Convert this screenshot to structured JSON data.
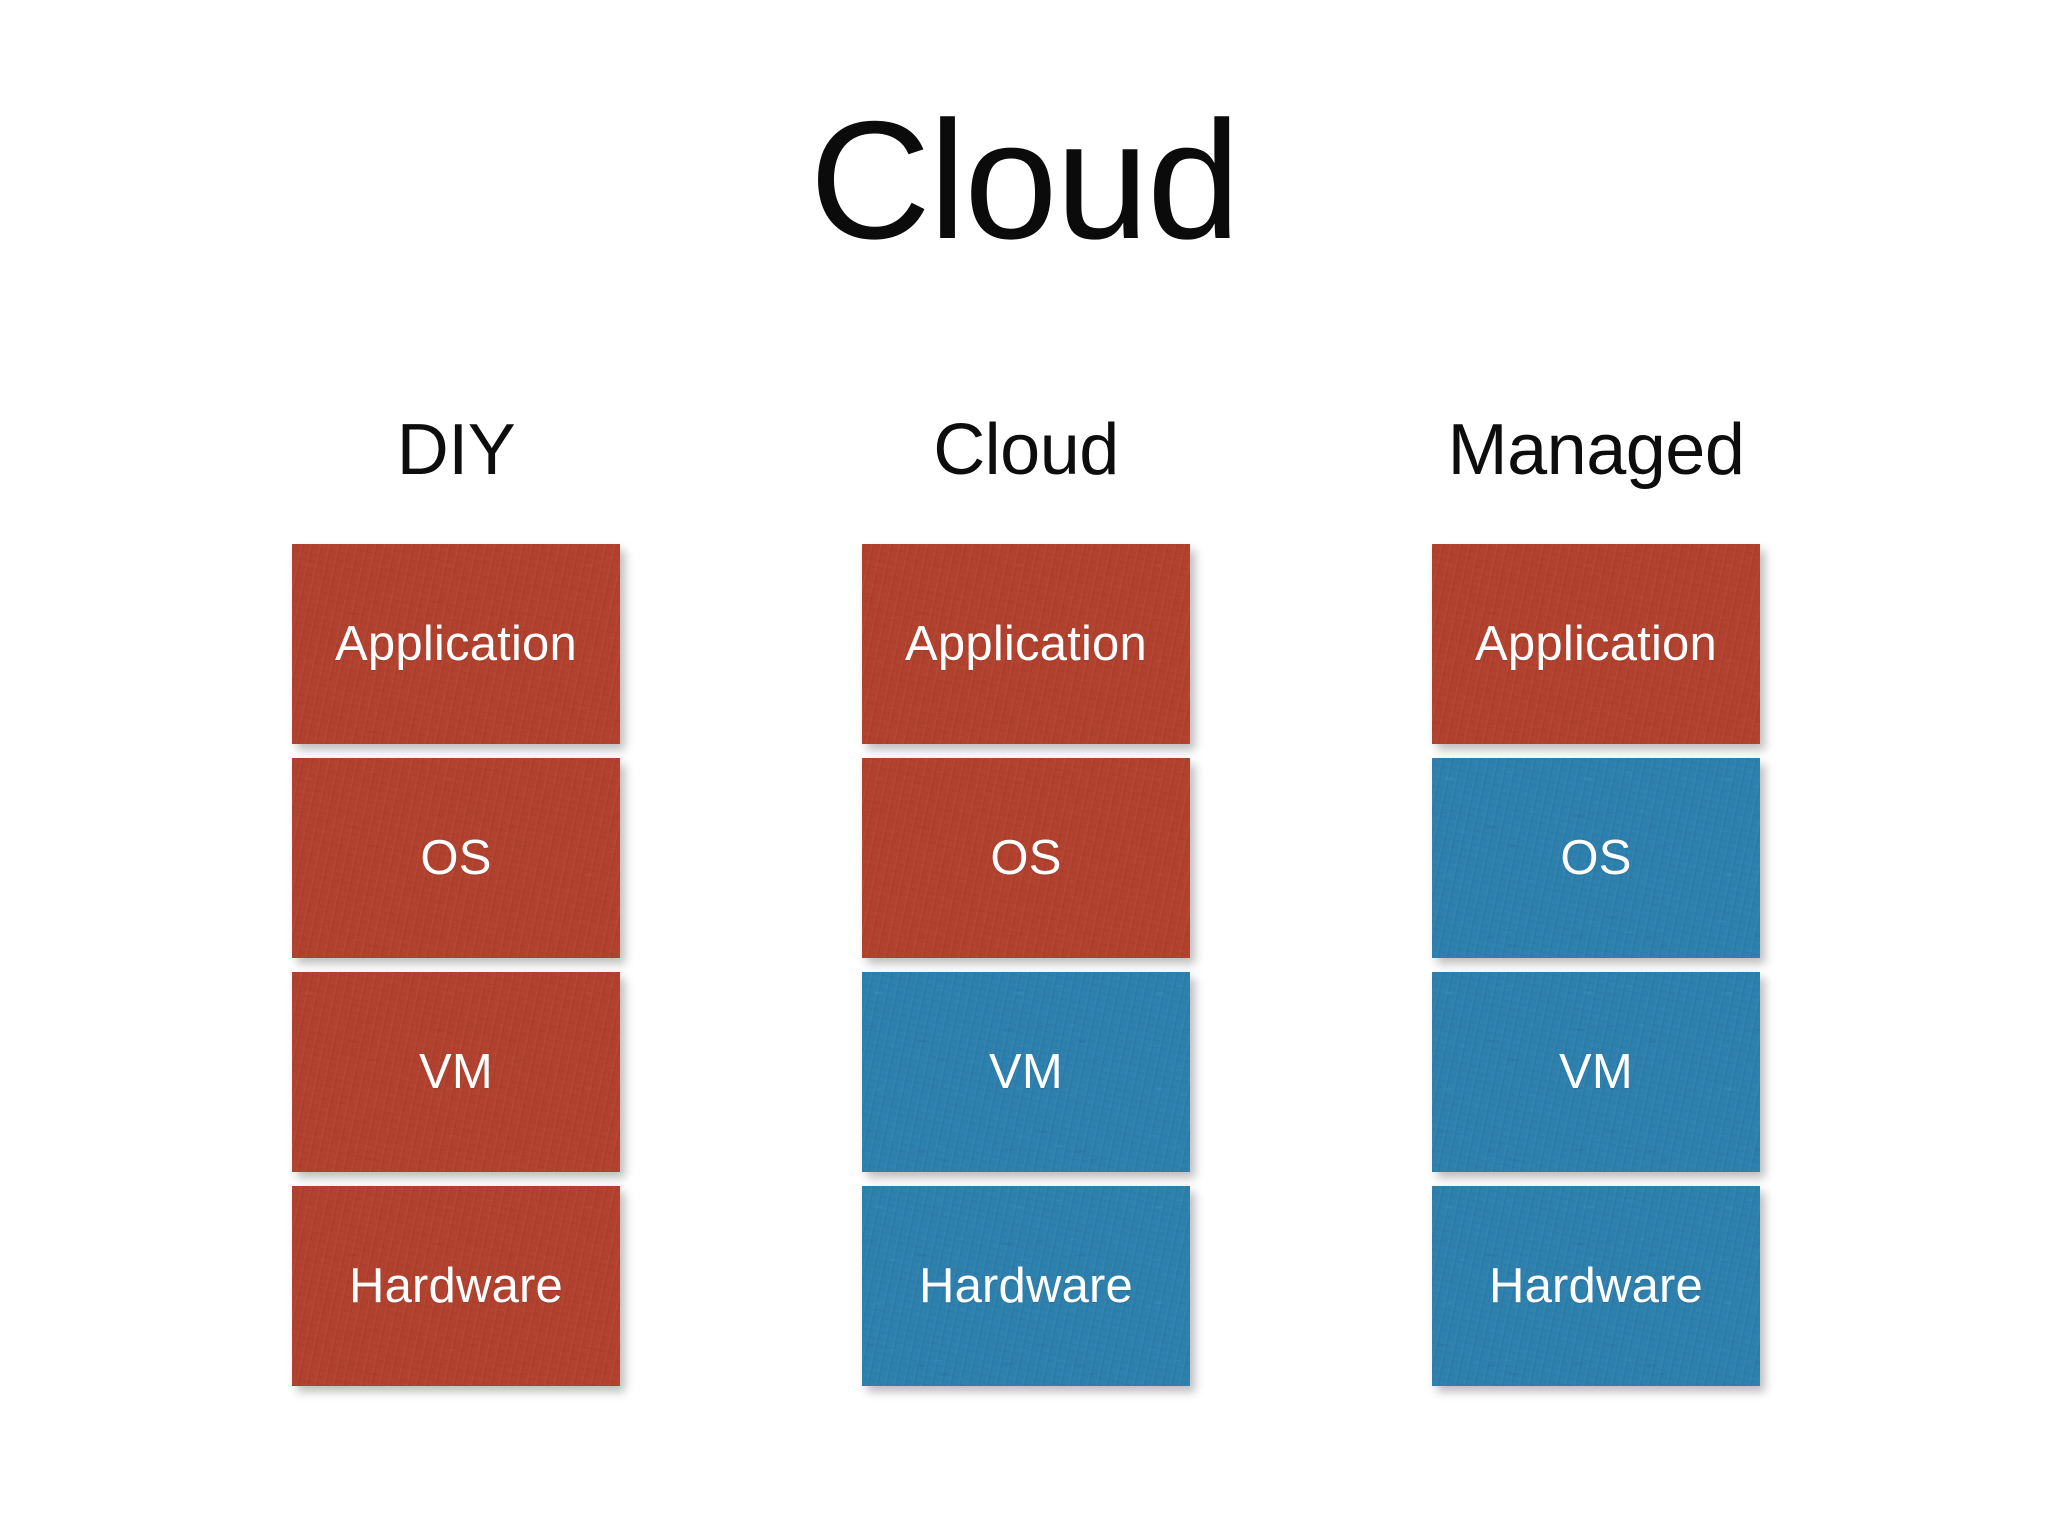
{
  "slide": {
    "title": "Cloud",
    "background_color": "#ffffff",
    "title_color": "#0b0b0b"
  },
  "palette": {
    "red": "#b2422f",
    "blue": "#2e80ae",
    "label_text": "#ffffff"
  },
  "layers": [
    "Application",
    "OS",
    "VM",
    "Hardware"
  ],
  "columns": [
    {
      "header": "DIY",
      "boxes": [
        {
          "label": "Application",
          "color": "red"
        },
        {
          "label": "OS",
          "color": "red"
        },
        {
          "label": "VM",
          "color": "red"
        },
        {
          "label": "Hardware",
          "color": "red"
        }
      ]
    },
    {
      "header": "Cloud",
      "boxes": [
        {
          "label": "Application",
          "color": "red"
        },
        {
          "label": "OS",
          "color": "red"
        },
        {
          "label": "VM",
          "color": "blue"
        },
        {
          "label": "Hardware",
          "color": "blue"
        }
      ]
    },
    {
      "header": "Managed",
      "boxes": [
        {
          "label": "Application",
          "color": "red"
        },
        {
          "label": "OS",
          "color": "blue"
        },
        {
          "label": "VM",
          "color": "blue"
        },
        {
          "label": "Hardware",
          "color": "blue"
        }
      ]
    }
  ]
}
